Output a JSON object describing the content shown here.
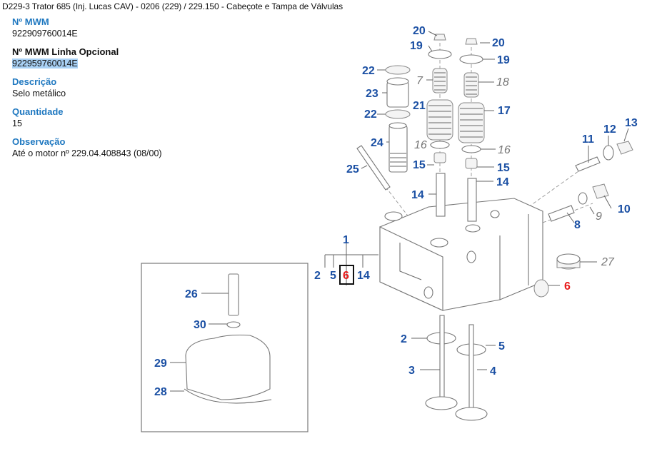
{
  "breadcrumb": "D229-3 Trator 685 (Inj. Lucas CAV) - 0206 (229)  /  229.150 - Cabeçote e Tampa de Válvulas",
  "details": {
    "mwm_label": "Nº MWM",
    "mwm_value": "922909760014E",
    "optional_label": "Nº MWM Linha Opcional",
    "optional_value": "922959760014E",
    "description_label": "Descrição",
    "description_value": "Selo metálico",
    "quantity_label": "Quantidade",
    "quantity_value": "15",
    "observation_label": "Observação",
    "observation_value": "Até o motor nº 229.04.408843 (08/00)"
  },
  "diagram": {
    "highlighted_part": "6",
    "callouts": {
      "p20a": "20",
      "p19a": "19",
      "p7": "7",
      "p21": "21",
      "p16a": "16",
      "p15a": "15",
      "p14a": "14",
      "p20b": "20",
      "p19b": "19",
      "p18": "18",
      "p17": "17",
      "p16b": "16",
      "p15b": "15",
      "p14b": "14",
      "p22a": "22",
      "p23": "23",
      "p22b": "22",
      "p24": "24",
      "p25": "25",
      "p11": "11",
      "p12": "12",
      "p13": "13",
      "p8": "8",
      "p9": "9",
      "p10": "10",
      "p27": "27",
      "p6b": "6",
      "p1": "1",
      "p2a": "2",
      "p5a": "5",
      "p6a": "6",
      "p14c": "14",
      "p2b": "2",
      "p3": "3",
      "p5b": "5",
      "p4": "4",
      "p26": "26",
      "p30": "30",
      "p29": "29",
      "p28": "28"
    },
    "colors": {
      "callout": "#1a4fa3",
      "highlight": "#e81a1a",
      "secondary": "#777777"
    }
  }
}
